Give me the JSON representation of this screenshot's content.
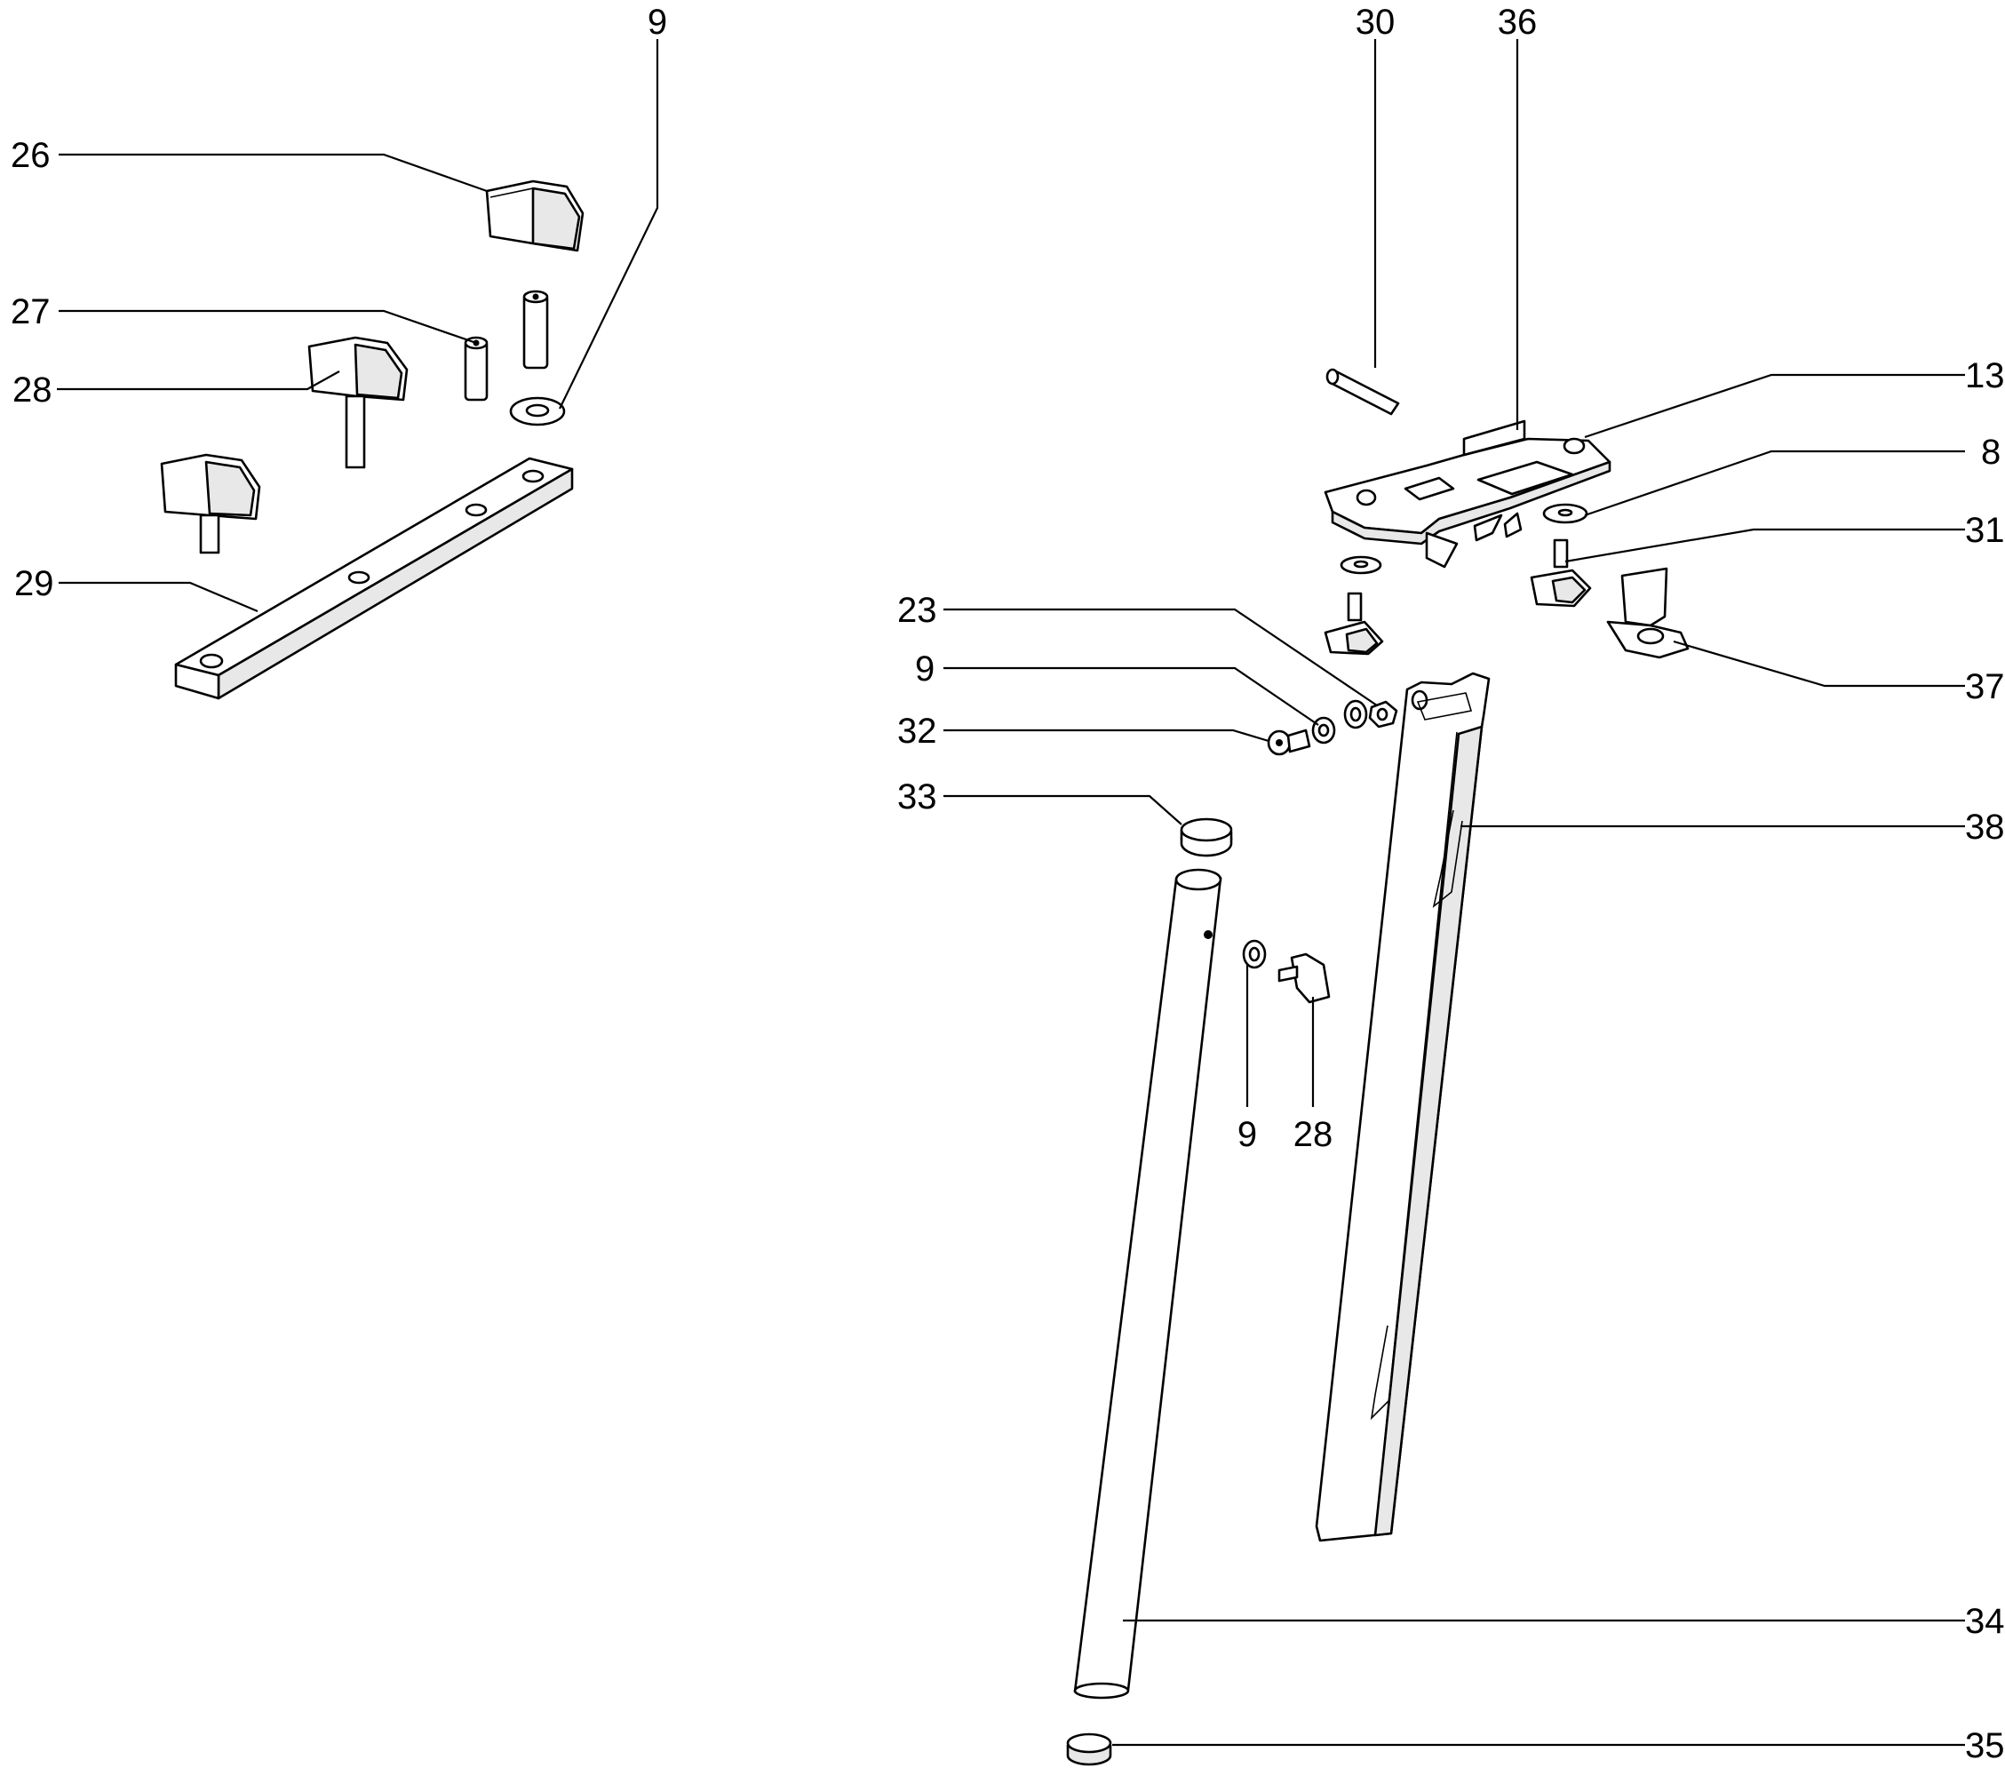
{
  "callouts": [
    {
      "id": "c9-top",
      "label": "9"
    },
    {
      "id": "c26",
      "label": "26"
    },
    {
      "id": "c27",
      "label": "27"
    },
    {
      "id": "c28-left",
      "label": "28"
    },
    {
      "id": "c29",
      "label": "29"
    },
    {
      "id": "c30",
      "label": "30"
    },
    {
      "id": "c36",
      "label": "36"
    },
    {
      "id": "c13",
      "label": "13"
    },
    {
      "id": "c8",
      "label": "8"
    },
    {
      "id": "c31",
      "label": "31"
    },
    {
      "id": "c37",
      "label": "37"
    },
    {
      "id": "c23",
      "label": "23"
    },
    {
      "id": "c9-mid",
      "label": "9"
    },
    {
      "id": "c32",
      "label": "32"
    },
    {
      "id": "c33",
      "label": "33"
    },
    {
      "id": "c38",
      "label": "38"
    },
    {
      "id": "c9-bottom",
      "label": "9"
    },
    {
      "id": "c28-bottom",
      "label": "28"
    },
    {
      "id": "c34",
      "label": "34"
    },
    {
      "id": "c35",
      "label": "35"
    }
  ]
}
